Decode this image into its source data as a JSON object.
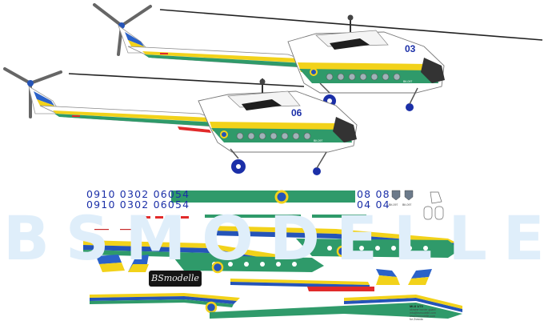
{
  "watermark": "BSMODELLE",
  "brand_label": "BSmodelle",
  "helicopters": [
    {
      "tail_number": "03",
      "registration": "ВК-097"
    },
    {
      "tail_number": "06",
      "registration": "ВК-097"
    }
  ],
  "decal_numbers": {
    "row1": "0910 0302 06054",
    "row2": "0910 0302 06054",
    "small_row1": "08 08",
    "small_row2": "04 04",
    "small_reg_left": "ВК-097",
    "small_reg_right": "ВК-097"
  },
  "footer": {
    "model": "Mi-8 1/72",
    "lines": [
      "ukraine border guard",
      "info@bsmodelle.com",
      "www.bsmodelle.com",
      "for Zvezda"
    ]
  },
  "colors": {
    "green": "#2f9a6a",
    "yellow": "#f2d21a",
    "blue": "#2554b8",
    "dark_blue": "#1b2fa8",
    "red": "#e12a2a",
    "watermark": "#dfeefa"
  }
}
